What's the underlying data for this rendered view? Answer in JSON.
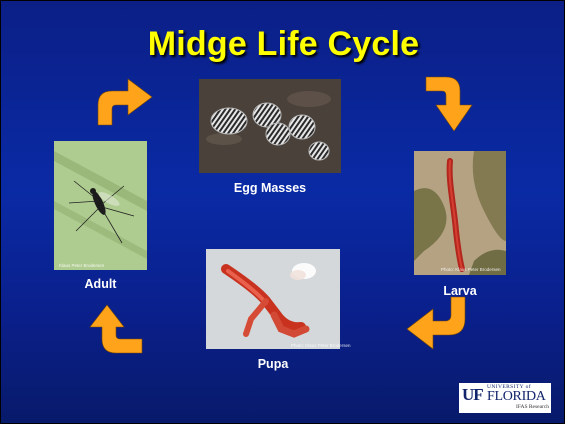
{
  "title": "Midge Life Cycle",
  "stages": {
    "egg": {
      "label": "Egg Masses"
    },
    "larva": {
      "label": "Larva",
      "credit": "Photo: Klaus Peter Brodersen"
    },
    "pupa": {
      "label": "Pupa",
      "credit": "Photo: Klaus Peter Brodersen"
    },
    "adult": {
      "label": "Adult",
      "credit": "Klaus Peter Brodersen"
    }
  },
  "logo": {
    "mark": "UF",
    "university": "UNIVERSITY of",
    "name": "FLORIDA",
    "subtitle": "IFAS Research"
  },
  "colors": {
    "title": "#ffff00",
    "arrow": "#ffa31a",
    "background": "#0a2aa5"
  }
}
